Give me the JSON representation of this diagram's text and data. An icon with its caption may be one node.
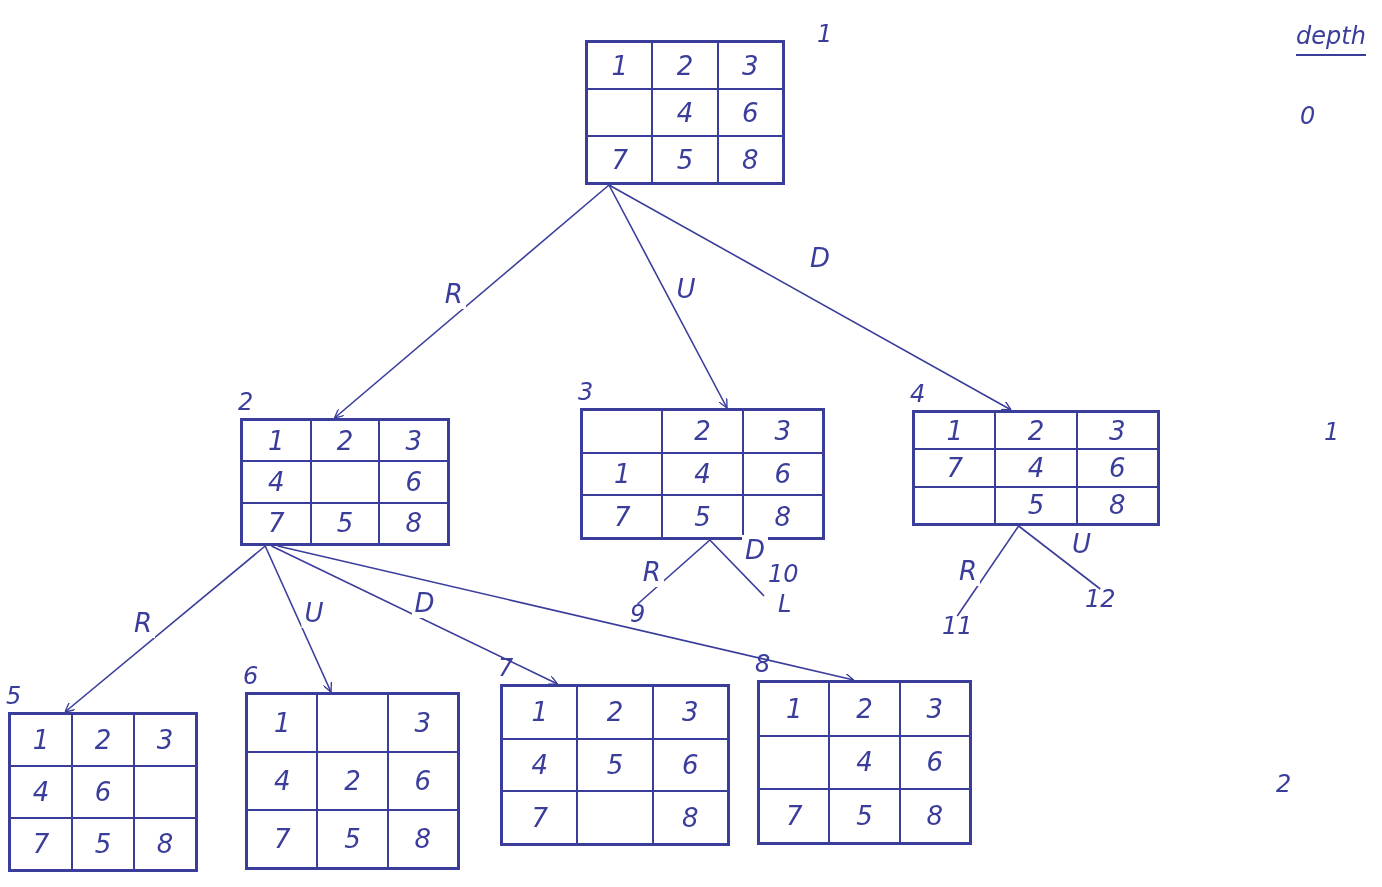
{
  "diagram": {
    "nodes": [
      {
        "text": [],
        "shape": "box",
        "beside": [
          "1"
        ]
      },
      {
        "text": [
          "1"
        ],
        "in": 0
      },
      {
        "text": [
          "2"
        ],
        "in": 0
      },
      {
        "text": [
          "3"
        ],
        "in": 0
      },
      {
        "text": [],
        "shape": "box",
        "in": 0
      },
      {
        "text": [
          "4"
        ],
        "in": 0
      },
      {
        "text": [
          "6"
        ],
        "in": 0
      },
      {
        "text": [
          "7"
        ],
        "in": 0
      },
      {
        "text": [
          "5"
        ],
        "in": 0
      },
      {
        "text": [
          "8"
        ],
        "in": 0
      },
      {
        "text": [],
        "shape": "box",
        "beside": [
          "2"
        ]
      },
      {
        "text": [
          "1"
        ],
        "in": 10
      },
      {
        "text": [
          "2"
        ],
        "in": 10
      },
      {
        "text": [
          "3"
        ],
        "in": 10
      },
      {
        "text": [
          "4"
        ],
        "in": 10
      },
      {
        "text": [],
        "shape": "box",
        "in": 10
      },
      {
        "text": [
          "6"
        ],
        "in": 10
      },
      {
        "text": [
          "7"
        ],
        "in": 10
      },
      {
        "text": [
          "5"
        ],
        "in": 10
      },
      {
        "text": [
          "8"
        ],
        "in": 10
      },
      {
        "text": [],
        "shape": "box",
        "beside": [
          "3"
        ]
      },
      {
        "text": [],
        "shape": "box",
        "in": 20
      },
      {
        "text": [
          "2"
        ],
        "in": 20
      },
      {
        "text": [
          "3"
        ],
        "in": 20
      },
      {
        "text": [
          "1"
        ],
        "in": 20
      },
      {
        "text": [
          "4"
        ],
        "in": 20
      },
      {
        "text": [
          "6"
        ],
        "in": 20
      },
      {
        "text": [
          "7"
        ],
        "in": 20
      },
      {
        "text": [
          "5"
        ],
        "in": 20
      },
      {
        "text": [
          "8"
        ],
        "in": 20
      },
      {
        "text": [],
        "shape": "box",
        "beside": [
          "4"
        ]
      },
      {
        "text": [
          "1"
        ],
        "in": 30
      },
      {
        "text": [
          "2"
        ],
        "in": 30
      },
      {
        "text": [
          "3"
        ],
        "in": 30
      },
      {
        "text": [
          "7"
        ],
        "in": 30
      },
      {
        "text": [
          "4"
        ],
        "in": 30
      },
      {
        "text": [
          "6"
        ],
        "in": 30
      },
      {
        "text": [],
        "shape": "box",
        "in": 30
      },
      {
        "text": [
          "5"
        ],
        "in": 30
      },
      {
        "text": [
          "8"
        ],
        "in": 30
      },
      {
        "text": [],
        "shape": "box",
        "beside": [
          "5"
        ]
      },
      {
        "text": [
          "1"
        ],
        "in": 40
      },
      {
        "text": [
          "2"
        ],
        "in": 40
      },
      {
        "text": [
          "3"
        ],
        "in": 40
      },
      {
        "text": [
          "4"
        ],
        "in": 40
      },
      {
        "text": [
          "6"
        ],
        "in": 40
      },
      {
        "text": [],
        "shape": "box",
        "in": 40
      },
      {
        "text": [
          "7"
        ],
        "in": 40
      },
      {
        "text": [
          "5"
        ],
        "in": 40
      },
      {
        "text": [
          "8"
        ],
        "in": 40
      },
      {
        "text": [],
        "shape": "box",
        "beside": [
          "6"
        ]
      },
      {
        "text": [
          "1"
        ],
        "in": 50
      },
      {
        "text": [],
        "shape": "box",
        "in": 50
      },
      {
        "text": [
          "3"
        ],
        "in": 50
      },
      {
        "text": [
          "4"
        ],
        "in": 50
      },
      {
        "text": [
          "2"
        ],
        "in": 50
      },
      {
        "text": [
          "6"
        ],
        "in": 50
      },
      {
        "text": [
          "7"
        ],
        "in": 50
      },
      {
        "text": [
          "5"
        ],
        "in": 50
      },
      {
        "text": [
          "8"
        ],
        "in": 50
      },
      {
        "text": [],
        "shape": "box",
        "beside": [
          "7"
        ]
      },
      {
        "text": [
          "1"
        ],
        "in": 60
      },
      {
        "text": [
          "2"
        ],
        "in": 60
      },
      {
        "text": [
          "3"
        ],
        "in": 60
      },
      {
        "text": [
          "4"
        ],
        "in": 60
      },
      {
        "text": [
          "5"
        ],
        "in": 60
      },
      {
        "text": [
          "6"
        ],
        "in": 60
      },
      {
        "text": [
          "7"
        ],
        "in": 60
      },
      {
        "text": [],
        "shape": "box",
        "in": 60
      },
      {
        "text": [
          "8"
        ],
        "in": 60
      },
      {
        "text": [],
        "shape": "box",
        "beside": [
          "8"
        ]
      },
      {
        "text": [
          "1"
        ],
        "in": 70
      },
      {
        "text": [
          "2"
        ],
        "in": 70
      },
      {
        "text": [
          "3"
        ],
        "in": 70
      },
      {
        "text": [],
        "shape": "box",
        "in": 70
      },
      {
        "text": [
          "4"
        ],
        "in": 70
      },
      {
        "text": [
          "6"
        ],
        "in": 70
      },
      {
        "text": [
          "7"
        ],
        "in": 70
      },
      {
        "text": [
          "5"
        ],
        "in": 70
      },
      {
        "text": [
          "8"
        ],
        "in": 70
      },
      {
        "text": [
          "9"
        ]
      },
      {
        "text": [
          "10"
        ]
      },
      {
        "text": [
          "11"
        ]
      },
      {
        "text": [
          "12"
        ]
      }
    ],
    "edges": [
      {
        "from": 0,
        "to": 10,
        "arrow": "to",
        "label": "R"
      },
      {
        "from": 0,
        "to": 20,
        "arrow": "to",
        "label": "U"
      },
      {
        "from": 0,
        "to": 30,
        "arrow": "to",
        "label": "D"
      },
      {
        "from": 10,
        "to": 40,
        "arrow": "to",
        "label": "R"
      },
      {
        "from": 10,
        "to": 50,
        "arrow": "to",
        "label": "U"
      },
      {
        "from": 10,
        "to": 60,
        "arrow": "to",
        "label": "D"
      },
      {
        "from": 10,
        "to": 70,
        "arrow": "to"
      },
      {
        "from": 20,
        "to": 80,
        "arrow": "none",
        "label": "R"
      },
      {
        "from": 20,
        "to": 81,
        "arrow": "none",
        "label": "D"
      },
      {
        "from": 30,
        "to": 82,
        "arrow": "none",
        "label": "R"
      },
      {
        "from": 30,
        "to": 83,
        "arrow": "none",
        "label": "U"
      }
    ],
    "labels": [
      "depth",
      "0",
      "1",
      "L",
      "2"
    ]
  }
}
